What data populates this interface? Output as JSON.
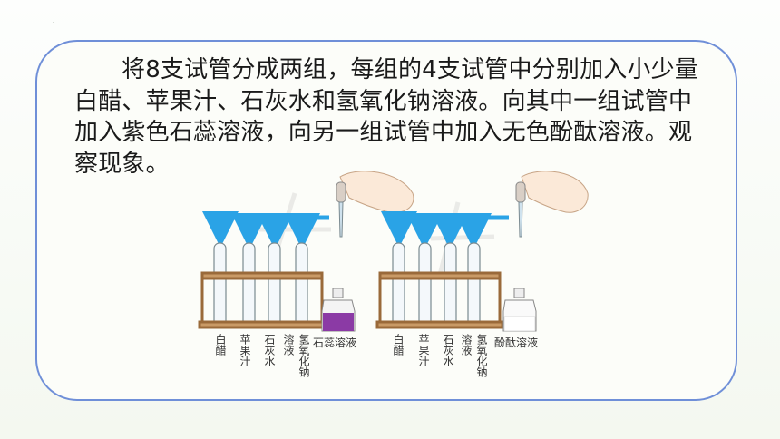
{
  "slide": {
    "paragraph": "将8支试管分成两组，每组的4支试管中分别加入小少量白醋、苹果汁、石灰水和氢氧化钠溶液。向其中一组试管中加入紫色石蕊溶液，向另一组试管中加入无色酚酞溶液。观察现象。",
    "corner_mark": "."
  },
  "figure": {
    "left_group": {
      "tube_labels": [
        "白醋",
        "苹果汁",
        "石灰水",
        "溶液",
        "氢氧化钠"
      ],
      "bottle_label": "石蕊溶液",
      "bottle_liquid_color": "#8b3aa5"
    },
    "right_group": {
      "tube_labels": [
        "白醋",
        "苹果汁",
        "石灰水",
        "溶液",
        "氢氧化钠"
      ],
      "bottle_label": "酚酞溶液",
      "bottle_liquid_color": "#ffffff"
    },
    "colors": {
      "arrow": "#2aa3e6",
      "rack": "#9a6a3a",
      "glass": "#7a8a90",
      "card_border": "#6f8fd8"
    }
  }
}
